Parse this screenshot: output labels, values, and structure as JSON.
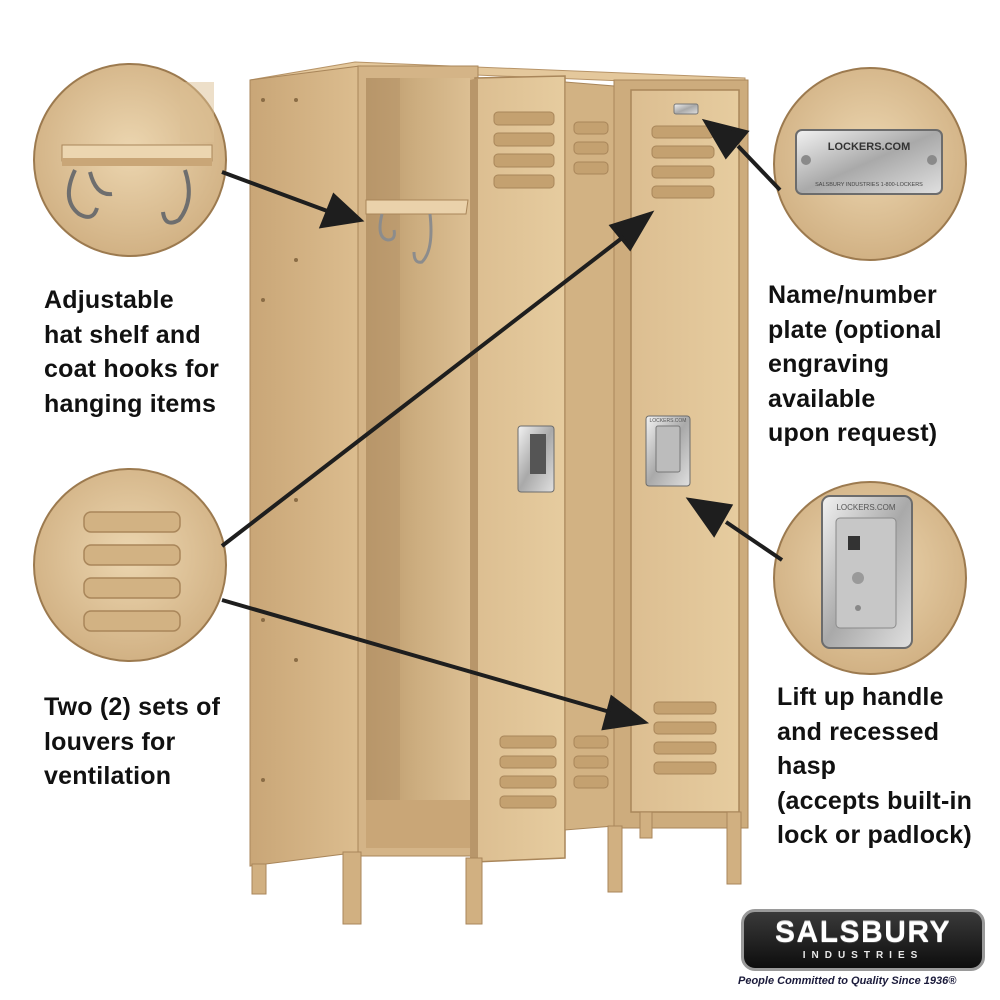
{
  "captions": {
    "shelf": "Adjustable\nhat shelf and\ncoat hooks for\nhanging items",
    "louvers": "Two (2) sets of\nlouvers for\nventilation",
    "plate": "Name/number\nplate (optional\nengraving available\nupon request)",
    "handle": "Lift up handle\nand recessed hasp\n(accepts built-in\nlock or padlock)"
  },
  "plate_detail": {
    "brand": "LOCKERS.COM",
    "fine_print": "SALSBURY INDUSTRIES  1-800-LOCKERS"
  },
  "handle_detail": {
    "brand": "LOCKERS.COM"
  },
  "door_plate_label": "LOCKERS.COM",
  "logo": {
    "name": "SALSBURY",
    "subtitle": "INDUSTRIES",
    "tagline": "People Committed to Quality Since 1936®"
  },
  "colors": {
    "tan": "#d8b98c",
    "tan_dark": "#b8966a",
    "tan_light": "#ead2ab",
    "arrow": "#1e1e1e"
  }
}
